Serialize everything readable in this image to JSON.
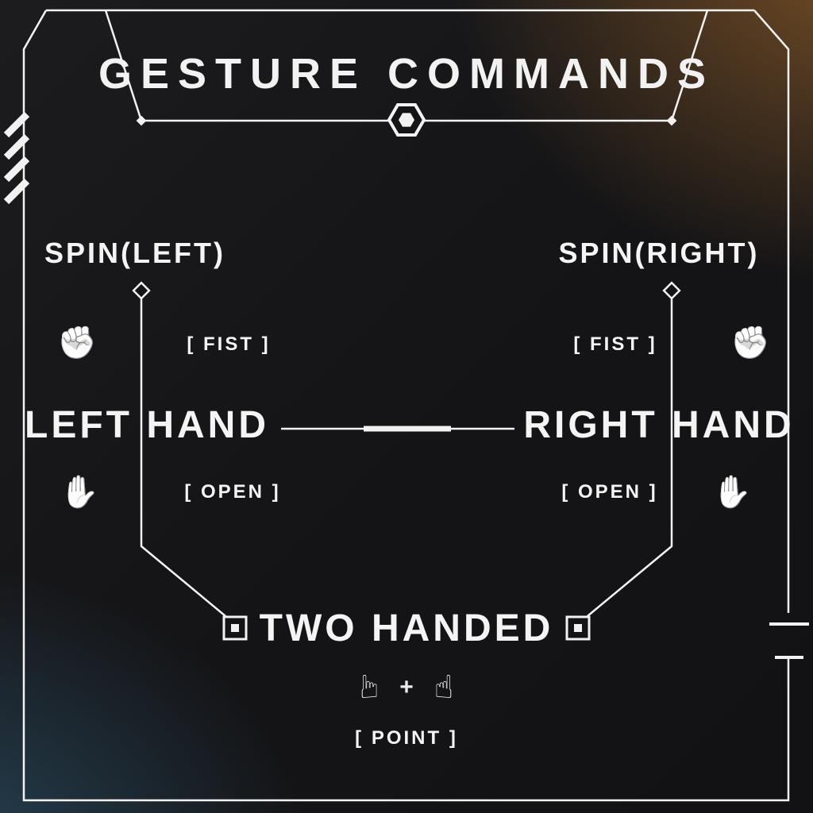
{
  "header": {
    "title": "GESTURE COMMANDS"
  },
  "left_branch": {
    "spin_label": "SPIN(LEFT)",
    "hand_label": "LEFT HAND",
    "fist_label": "[ FIST ]",
    "open_label": "[ OPEN ]"
  },
  "right_branch": {
    "spin_label": "SPIN(RIGHT)",
    "hand_label": "RIGHT HAND",
    "fist_label": "[ FIST ]",
    "open_label": "[ OPEN ]"
  },
  "bottom_branch": {
    "hand_label": "TWO HANDED",
    "point_label": "[ POINT ]",
    "plus_sign": "+"
  },
  "icons": {
    "fist": "✊",
    "open_hand": "✋",
    "point": "☝"
  },
  "colors": {
    "background": "#141417",
    "line": "#f2f2f2",
    "accent_warm": "#8a5a2e",
    "accent_cool": "#2e5d7d"
  }
}
